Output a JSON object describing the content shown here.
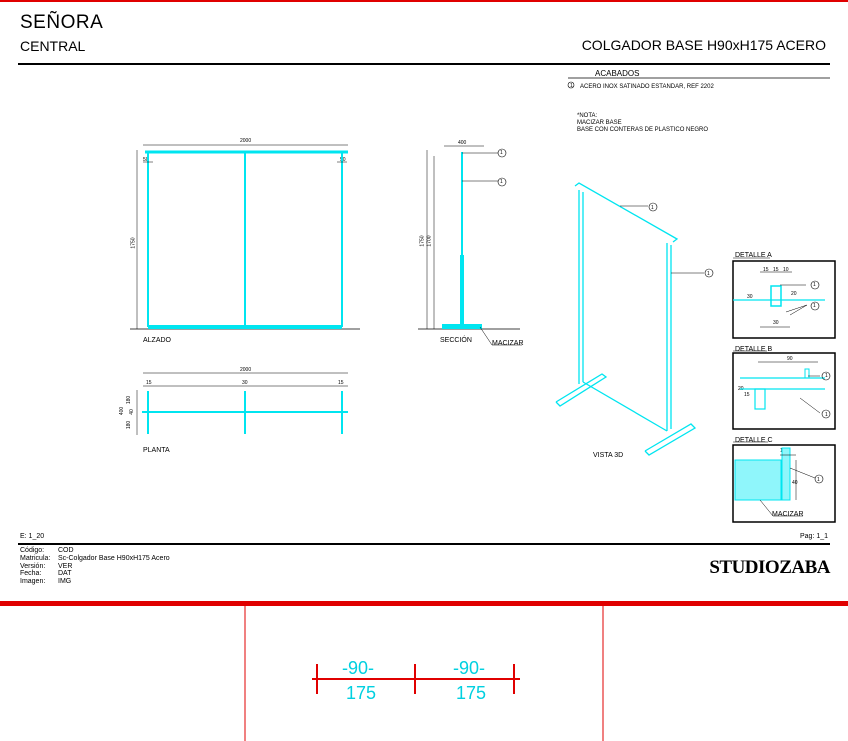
{
  "header": {
    "client": "SEÑORA",
    "location": "CENTRAL",
    "title": "COLGADOR BASE H90xH175 ACERO"
  },
  "finishes": {
    "heading": "ACABADOS",
    "items": [
      {
        "ref": "1",
        "text": "ACERO INOX SATINADO ESTANDAR, REF 2202"
      }
    ]
  },
  "note": {
    "heading": "*NOTA:",
    "lines": [
      "MACIZAR BASE",
      "BASE CON CONTERAS DE PLASTICO NEGRO"
    ]
  },
  "views": {
    "elevation": "ALZADO",
    "section": "SECCIÓN",
    "plan": "PLANTA",
    "view3d": "VISTA 3D",
    "detail_a": "DETALLE A",
    "detail_b": "DETALLE B",
    "detail_c": "DETALLE C"
  },
  "annotations": {
    "macizar": "MACIZAR",
    "callout": "1"
  },
  "dimensions": {
    "elev_width": "2000",
    "elev_height": "1750",
    "elev_left": "50",
    "elev_right": "50",
    "section_width": "400",
    "section_height": "1750",
    "section_inner": "1700",
    "plan_width": "2000",
    "plan_left": "15",
    "plan_mid": "30",
    "plan_right": "15",
    "plan_depth": "400",
    "plan_a": "180",
    "plan_b": "40",
    "plan_c": "180",
    "det_a_1": "15",
    "det_a_2": "15",
    "det_a_3": "10",
    "det_a_h": "30",
    "det_a_w": "30",
    "det_a_s": "20",
    "det_b_w": "90",
    "det_b_h1": "20",
    "det_b_h2": "15",
    "det_c_w": "10",
    "det_c_h": "40"
  },
  "footer": {
    "scale": "E: 1_20",
    "page": "Pag: 1_1",
    "logo": "STUDIOZABA",
    "meta": [
      {
        "key": "Código:",
        "value": "COD"
      },
      {
        "key": "Matricula:",
        "value": "Sc-Colgador Base H90xH175 Acero"
      },
      {
        "key": "Versión:",
        "value": "VER"
      },
      {
        "key": "Fecha:",
        "value": "DAT"
      },
      {
        "key": "Imagen:",
        "value": "IMG"
      }
    ]
  },
  "strip": {
    "top_label_1": "-90-",
    "bottom_label_1": "175",
    "top_label_2": "-90-",
    "bottom_label_2": "175"
  },
  "colors": {
    "accent": "#e00000",
    "drawing": "#00e5f0",
    "line": "#000000"
  }
}
